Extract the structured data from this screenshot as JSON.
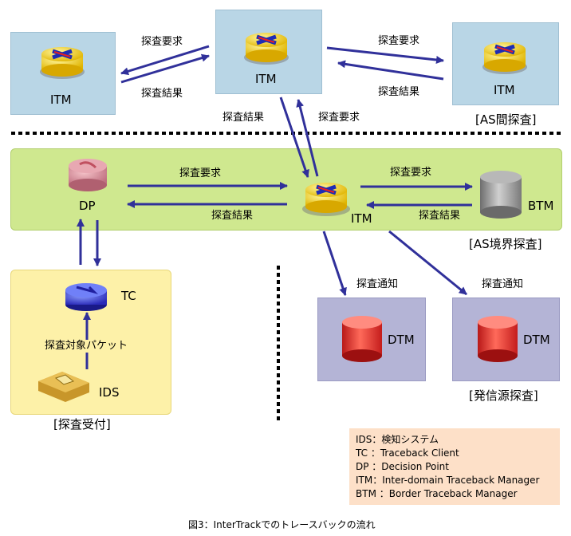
{
  "nodes": {
    "itm_left": "ITM",
    "itm_center": "ITM",
    "itm_right": "ITM",
    "itm_border": "ITM",
    "dp": "DP",
    "btm": "BTM",
    "tc": "TC",
    "ids": "IDS",
    "dtm_1": "DTM",
    "dtm_2": "DTM"
  },
  "arrows": {
    "req_left": "探査要求",
    "res_left": "探査結果",
    "req_right": "探査要求",
    "res_right": "探査結果",
    "res_down": "探査結果",
    "req_up": "探査要求",
    "req_dp": "探査要求",
    "res_dp": "探査結果",
    "req_btm": "探査要求",
    "res_btm": "探査結果",
    "notify_1": "探査通知",
    "notify_2": "探査通知",
    "packet": "探査対象パケット"
  },
  "regions": {
    "inter_as": "[AS間探査]",
    "as_border": "[AS境界探査]",
    "accept": "[探査受付]",
    "source": "[発信源探査]"
  },
  "legend": [
    "IDS：検知システム",
    "TC ：Traceback Client",
    "DP ：Decision Point",
    "ITM：Inter-domain Traceback Manager",
    "BTM ：Border Traceback Manager"
  ],
  "caption": "図3：InterTrackでのトレースバックの流れ"
}
